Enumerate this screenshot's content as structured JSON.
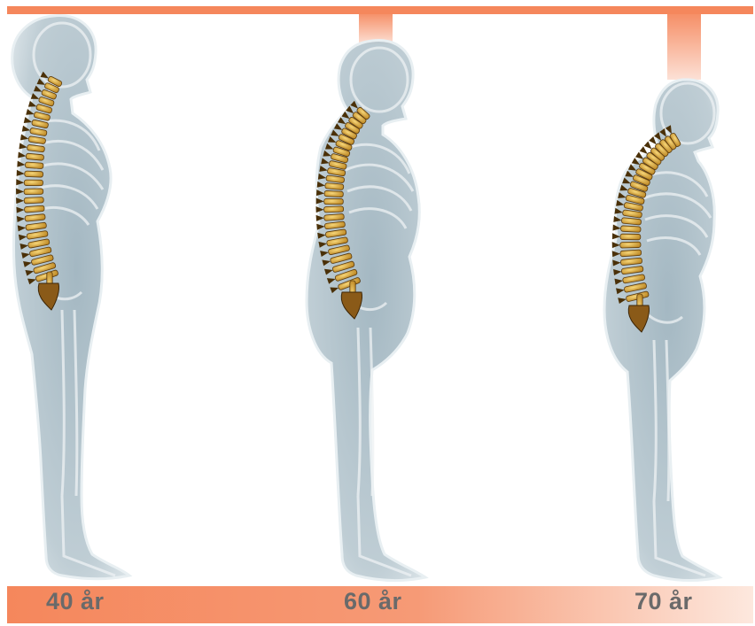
{
  "figures": [
    {
      "age_label": "40 år",
      "height_loss_level": 0.0
    },
    {
      "age_label": "60 år",
      "height_loss_level": 0.45
    },
    {
      "age_label": "70 år",
      "height_loss_level": 1.0
    }
  ],
  "colors": {
    "accent": "#f5875c",
    "accent_light": "#fbd7c6",
    "body_fill": "#b8c8d0",
    "body_edge": "#e4ecef",
    "bone": "#eef2f4",
    "spine": "#e0b040",
    "spine_dark": "#5a3b10",
    "label": "#6a6a6a"
  },
  "icons": {
    "body": "human-silhouette-icon",
    "skeleton": "skeleton-icon",
    "spine": "spine-icon"
  }
}
